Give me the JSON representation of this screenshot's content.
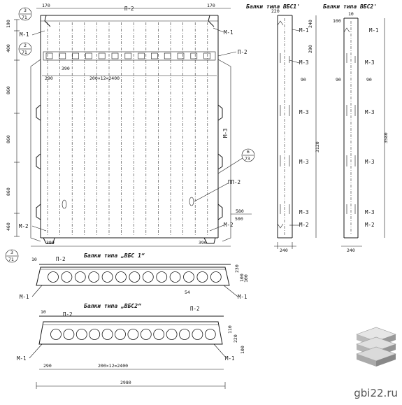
{
  "labels": {
    "p2": "П-2",
    "m1": "М-1",
    "m2": "М-2",
    "m3": "М-3",
    "pp2": "ПП-2",
    "title_vbs1_side": "Балки типа ВБС1'",
    "title_vbs2_side": "Балки типа ВБС2'",
    "title_vbs1": "Балки типа „ВБС 1“",
    "title_vbs2": "Балки типа „ВБС2“"
  },
  "callouts": {
    "c1_num": "3",
    "c1_den": "71",
    "c2_num": "2",
    "c2_den": "71",
    "c3_num": "3",
    "c3_den": "71",
    "c4_num": "6",
    "c4_den": "73"
  },
  "dims": {
    "d170": "170",
    "d170b": "170",
    "d190": "190",
    "d400": "400",
    "d860a": "860",
    "d860b": "860",
    "d860c": "860",
    "d460": "460",
    "d390a": "390",
    "d390b": "390",
    "d290": "290",
    "d200x12": "200×12=2400",
    "d390s": "390",
    "d580": "580",
    "d500": "500",
    "d240a": "240",
    "d240b": "240",
    "d220": "220",
    "d100": "100",
    "d240c": "240",
    "d290v": "290",
    "d3120": "3120",
    "d3580": "3580",
    "d90a": "90",
    "d90b": "90",
    "d90c": "90",
    "d10a": "10",
    "d10b": "10",
    "d10c": "10",
    "d230": "230",
    "d100b": "100",
    "d100c": "100",
    "d54": "54",
    "d2980": "2980",
    "d290b": "290",
    "d200x12b": "200×12=2400",
    "d220b": "220",
    "d100d": "100",
    "d110": "110"
  },
  "watermark": "gbi22.ru"
}
